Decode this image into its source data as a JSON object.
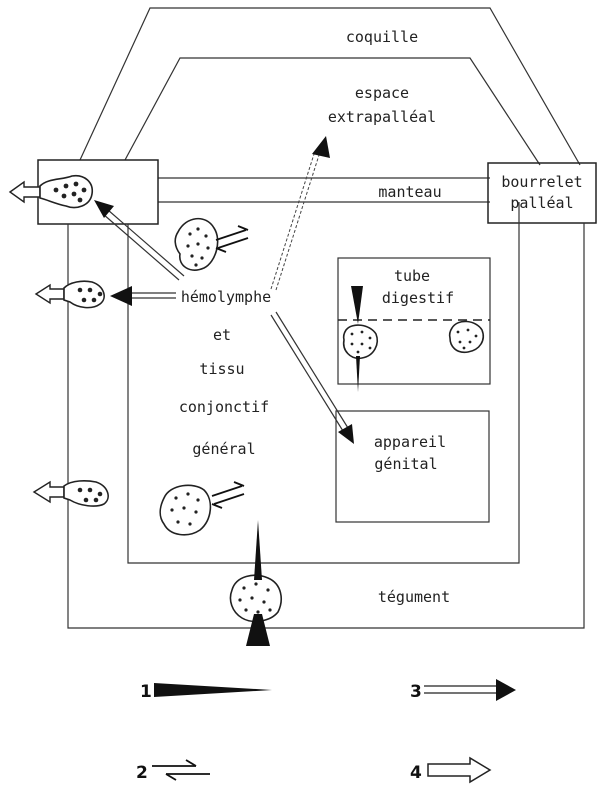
{
  "labels": {
    "coquille": "coquille",
    "espace_1": "espace",
    "espace_2": "extrapalléal",
    "manteau": "manteau",
    "bourrelet_1": "bourrelet",
    "bourrelet_2": "palléal",
    "hemolymphe_1": "hémolymphe",
    "hemolymphe_2": "et",
    "hemolymphe_3": "tissu",
    "hemolymphe_4": "conjonctif",
    "hemolymphe_5": "général",
    "tube_1": "tube",
    "tube_2": "digestif",
    "appareil_1": "appareil",
    "appareil_2": "génital",
    "tegument": "tégument"
  },
  "legend": {
    "n1": "1",
    "n2": "2",
    "n3": "3",
    "n4": "4"
  }
}
